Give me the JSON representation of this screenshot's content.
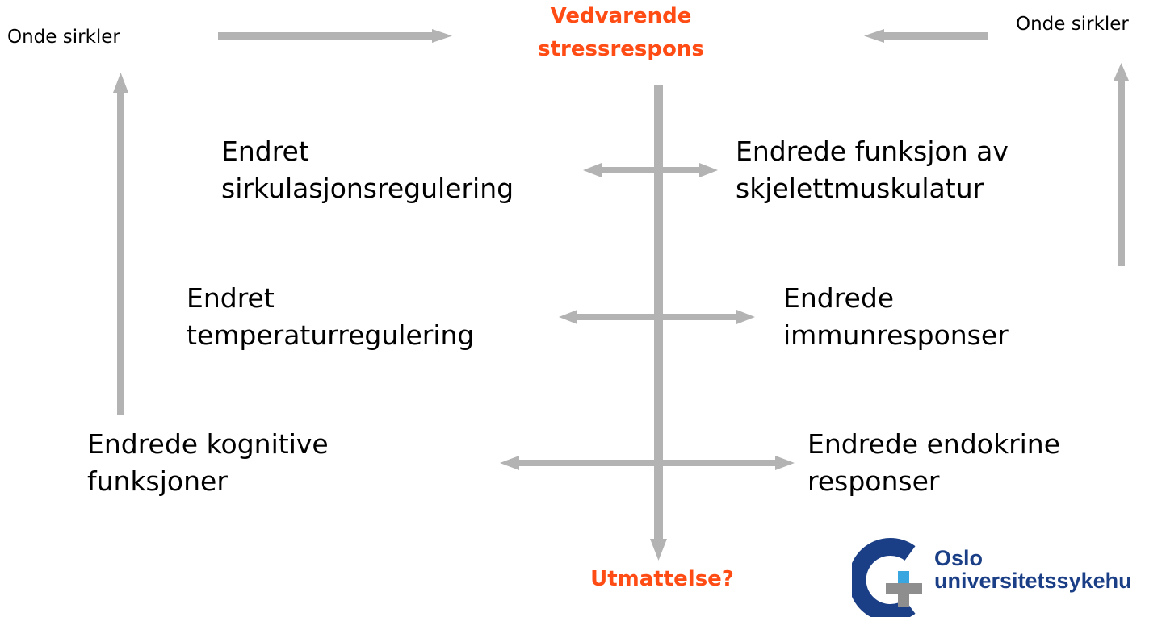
{
  "top_left": "Onde sirkler",
  "top_right": "Onde sirkler",
  "center_top": [
    "Vedvarende",
    "stressrespons"
  ],
  "center_bottom": "Utmattelse?",
  "left": [
    [
      "Endret",
      "sirkulasjonsregulering"
    ],
    [
      "Endret",
      "temperaturregulering"
    ],
    [
      "Endrede kognitive",
      "funksjoner"
    ]
  ],
  "right": [
    [
      "Endrede funksjon av",
      "skjelettmuskulatur"
    ],
    [
      "Endrede",
      "immunresponser"
    ],
    [
      "Endrede endokrine",
      "responser"
    ]
  ],
  "logo": [
    "Oslo",
    "universitetssykehu"
  ],
  "colors": {
    "arrow": "#b3b3b3",
    "accent": "#ff4b14",
    "logo_blue": "#1b3f86",
    "logo_light": "#3aa6df",
    "logo_gray": "#8e8e8e"
  }
}
